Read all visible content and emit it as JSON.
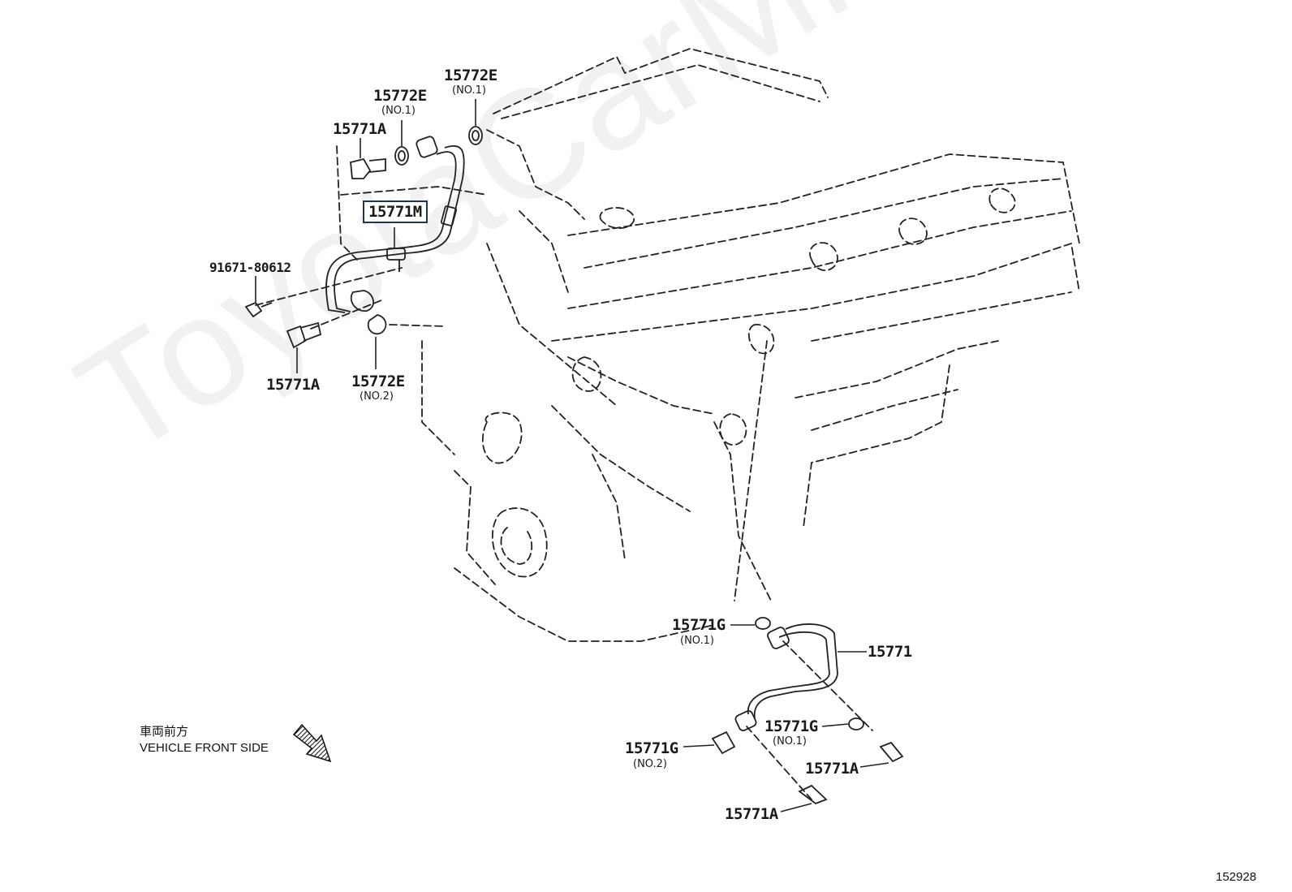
{
  "watermark": "ToyotaCarMine.ru",
  "labels": {
    "p15772e_top": "15772E",
    "p15772e_top_no": "(NO.1)",
    "p15772e_mid": "15772E",
    "p15772e_mid_no": "(NO.1)",
    "p15771a_top": "15771A",
    "p15771m": "15771M",
    "p91671": "91671-80612",
    "p15771a_left": "15771A",
    "p15772e_bottom": "15772E",
    "p15772e_bottom_no": "(NO.2)",
    "p15771g_top": "15771G",
    "p15771g_top_no": "(NO.1)",
    "p15771": "15771",
    "p15771g_mid": "15771G",
    "p15771g_mid_no": "(NO.1)",
    "p15771g_low": "15771G",
    "p15771g_low_no": "(NO.2)",
    "p15771a_right": "15771A",
    "p15771a_bottom": "15771A"
  },
  "direction": {
    "japanese": "車両前方",
    "english": "VEHICLE FRONT SIDE"
  },
  "diagram_id": "152928",
  "highlight_color": "#1f3550"
}
